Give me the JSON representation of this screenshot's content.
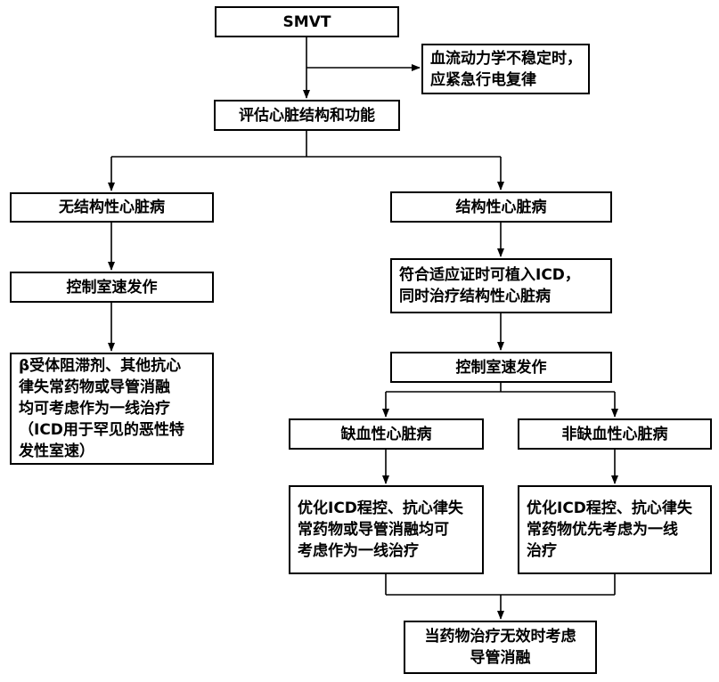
{
  "flowchart": {
    "smvt": "SMVT",
    "unstable": "血流动力学不稳定时，\n应紧急行电复律",
    "evaluate": "评估心脏结构和功能",
    "no_structural": "无结构性心脏病",
    "structural": "结构性心脏病",
    "control_vt_left": "控制室速发作",
    "icd_indicated": "符合适应证时可植入ICD，\n同时治疗结构性心脏病",
    "beta_blocker": "β受体阻滞剂、其他抗心\n律失常药物或导管消融\n均可考虑作为一线治疗\n（ICD用于罕见的恶性特\n发性室速）",
    "control_vt_right": "控制室速发作",
    "ischemic": "缺血性心脏病",
    "non_ischemic": "非缺血性心脏病",
    "optimize_ischemic": "优化ICD程控、抗心律失\n常药物或导管消融均可\n考虑作为一线治疗",
    "optimize_non_ischemic": "优化ICD程控、抗心律失\n常药物优先考虑为一线\n治疗",
    "ablation_when_failed": "当药物治疗无效时考虑\n导管消融"
  },
  "colors": {
    "line": "#000000",
    "box_border": "#000000",
    "background": "#ffffff"
  }
}
